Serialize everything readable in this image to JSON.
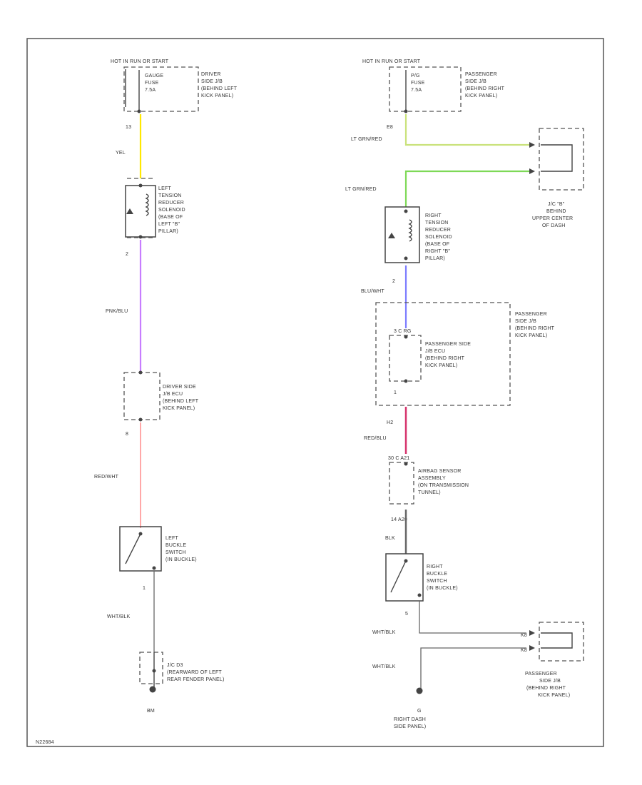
{
  "footer_code": "N22684",
  "left": {
    "power_source": "HOT IN RUN OR START",
    "fuse": [
      "GAUGE",
      "FUSE",
      "7.5A"
    ],
    "fuse_location": [
      "DRIVER",
      "SIDE J/B",
      "(BEHIND LEFT",
      "KICK PANEL)"
    ],
    "pin_fuse": "13",
    "wire1": {
      "label": "YEL",
      "color": "#ffe800"
    },
    "solenoid": [
      "LEFT",
      "TENSION",
      "REDUCER",
      "SOLENOID",
      "(BASE OF",
      "LEFT \"B\"",
      "PILLAR)"
    ],
    "pin_solenoid_bottom": "2",
    "wire2": {
      "label": "PNK/BLU",
      "color": "#c77dff"
    },
    "ecu": [
      "DRIVER SIDE",
      "J/B ECU",
      "(BEHIND LEFT",
      "KICK PANEL)"
    ],
    "pin_ecu_bottom": "8",
    "wire3": {
      "label": "RED/WHT",
      "color": "#ff9f9f"
    },
    "buckle": [
      "LEFT",
      "BUCKLE",
      "SWITCH",
      "(IN BUCKLE)"
    ],
    "pin_buckle_bottom": "1",
    "wire4": {
      "label": "WHT/BLK"
    },
    "jc": [
      "J/C D3",
      "(REARWARD OF LEFT",
      "REAR FENDER PANEL)"
    ],
    "ground": "BM"
  },
  "right": {
    "power_source": "HOT IN RUN OR START",
    "fuse": [
      "P/G",
      "FUSE",
      "7.5A"
    ],
    "fuse_location": [
      "PASSENGER",
      "SIDE J/B",
      "(BEHIND RIGHT",
      "KICK PANEL)"
    ],
    "pin_fuse": "E8",
    "wire_top1": {
      "label": "LT GRN/RED",
      "color": "#c9e27a"
    },
    "wire_top2": {
      "label": "LT GRN/RED",
      "color": "#7ed957"
    },
    "jc_top": [
      "J/C \"B\"",
      "BEHIND",
      "UPPER CENTER",
      "OF DASH"
    ],
    "solenoid": [
      "RIGHT",
      "TENSION",
      "REDUCER",
      "SOLENOID",
      "(BASE OF",
      "RIGHT \"B\"",
      "PILLAR)"
    ],
    "pin_solenoid_bottom": "2",
    "wire_blue": {
      "label": "BLU/WHT",
      "color": "#7c7cff"
    },
    "jb_outer": [
      "PASSENGER",
      "SIDE J/B",
      "(BEHIND RIGHT",
      "KICK PANEL)"
    ],
    "jb_pins_top": "3 C RG",
    "jb_inner": [
      "PASSENGER SIDE",
      "J/B ECU",
      "(BEHIND RIGHT",
      "KICK PANEL)"
    ],
    "jb_pin_bottom": "1",
    "pin_h2": "H2",
    "wire_red": {
      "label": "RED/BLU",
      "color": "#d6336c"
    },
    "airbag_pins": "30 C A21",
    "airbag": [
      "AIRBAG SENSOR",
      "ASSEMBLY",
      "(ON TRANSMISSION",
      "TUNNEL)"
    ],
    "airbag_pins_bottom": "14 A20",
    "wire_blk": {
      "label": "BLK"
    },
    "buckle": [
      "RIGHT",
      "BUCKLE",
      "SWITCH",
      "(IN BUCKLE)"
    ],
    "pin_buckle_bottom": "5",
    "wire_wb1": {
      "label": "WHT/BLK"
    },
    "wire_wb2": {
      "label": "WHT/BLK"
    },
    "pin_k_top": "K8",
    "pin_k_bottom": "K8",
    "jb_bottom": [
      "PASSENGER",
      "SIDE J/B",
      "(BEHIND RIGHT",
      "KICK PANEL)"
    ],
    "ground_pin": "G",
    "ground": [
      "RIGHT DASH",
      "SIDE PANEL)"
    ]
  }
}
